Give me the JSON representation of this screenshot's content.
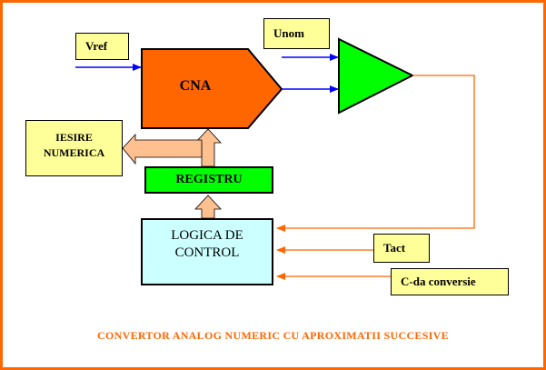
{
  "colors": {
    "frame": "#ff6600",
    "label_fill": "#ffff99",
    "cna_fill": "#ff6600",
    "comparator_fill": "#00ff00",
    "register_fill": "#00ff00",
    "logic_fill": "#ccffff",
    "bus_arrow": "#ffc090",
    "signal_blue": "#0000ff",
    "signal_orange": "#ff6600"
  },
  "labels": {
    "vref": "Vref",
    "unom": "Unom",
    "iesire_line1": "IESIRE",
    "iesire_line2": "NUMERICA",
    "tact": "Tact",
    "cda": "C-da conversie"
  },
  "blocks": {
    "cna": "CNA",
    "registru": "REGISTRU",
    "logica_line1": "LOGICA DE",
    "logica_line2": "CONTROL"
  },
  "caption": "CONVERTOR ANALOG NUMERIC CU APROXIMATII SUCCESIVE"
}
